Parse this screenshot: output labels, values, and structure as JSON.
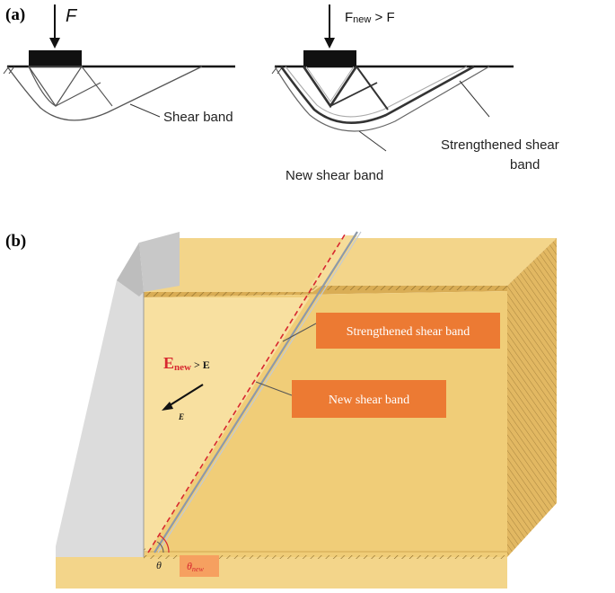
{
  "panel_a": {
    "label": "(a)",
    "left": {
      "force_label": "F",
      "shear_band_label": "Shear band"
    },
    "right": {
      "force_label_main": "F",
      "force_label_sub": "new",
      "force_label_rest": " > F",
      "new_shear_band_label": "New shear band",
      "strengthened_line1": "Strengthened shear",
      "strengthened_line2": "band"
    }
  },
  "panel_b": {
    "label": "(b)",
    "strengthened_label": "Strengthened shear band",
    "new_shear_label": "New shear band",
    "e_new_main": "E",
    "e_new_sub": "new",
    "e_new_rest": " > E",
    "e_label": "E",
    "theta_label": "θ",
    "theta_new_main": "θ",
    "theta_new_sub": "new"
  },
  "colors": {
    "sand": "#f0cd78",
    "sand_light": "#f8e0a0",
    "sand_dark": "#d9ad55",
    "wall": "#dcdcdc",
    "label_box": "#ec7a33",
    "accent_red": "#d7282f",
    "ink": "#1a1a1a"
  }
}
